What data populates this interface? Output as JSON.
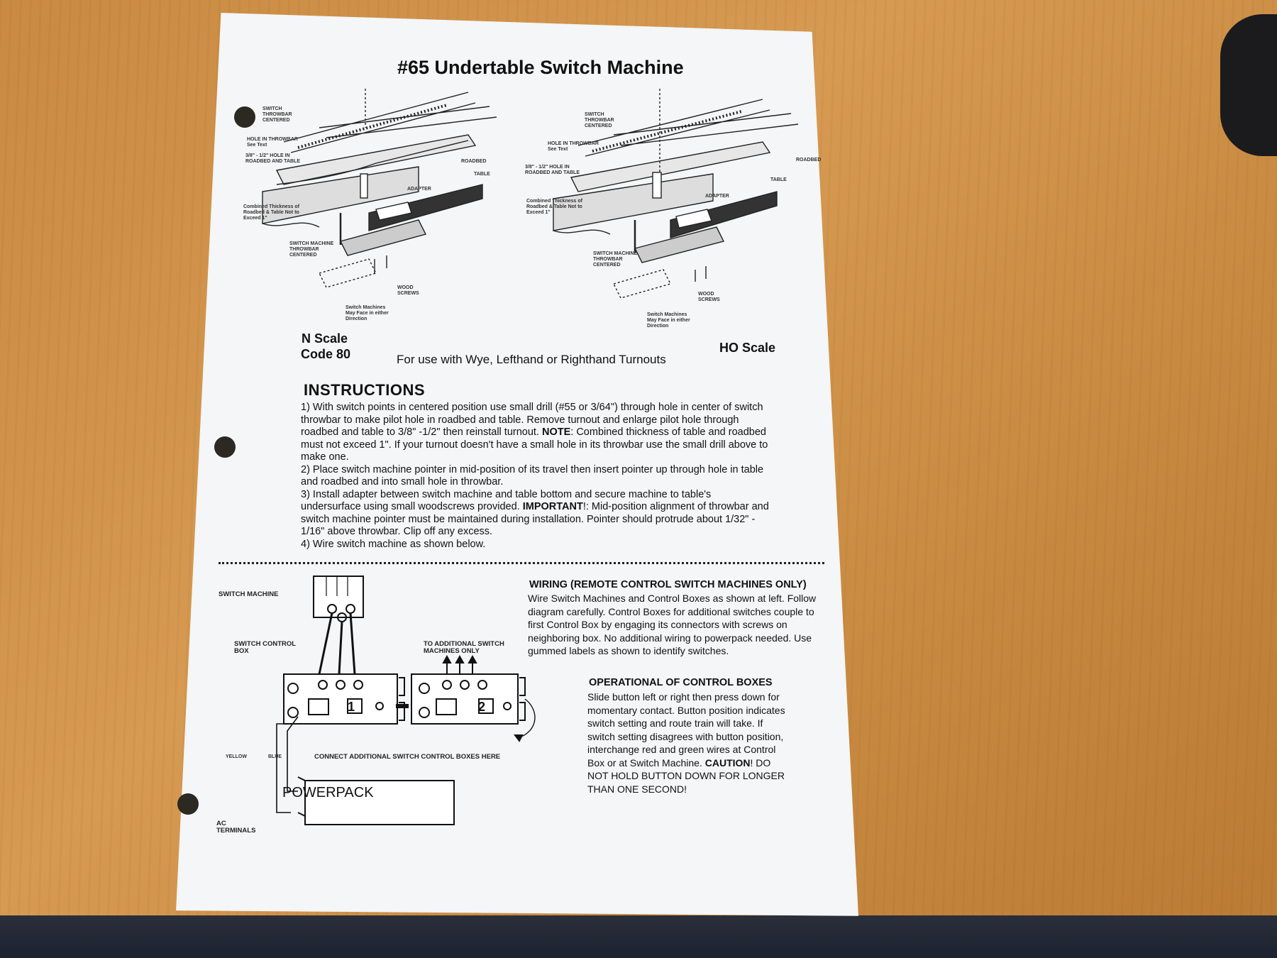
{
  "title": "#65 Undertable Switch Machine",
  "diagram_labels": {
    "throwbar_centered": "SWITCH THROWBAR CENTERED",
    "hole_in_throwbar": "HOLE IN THROWBAR See Text",
    "hole_in_roadbed": "3/8\" - 1/2\" HOLE IN ROADBED AND TABLE",
    "roadbed": "ROADBED",
    "table": "TABLE",
    "adapter": "ADAPTER",
    "combined_thickness": "Combined Thickness of Roadbed & Table Not to Exceed 1\"",
    "machine_throwbar": "SWITCH MACHINE THROWBAR CENTERED",
    "wood_screws": "WOOD SCREWS",
    "face_direction": "Switch Machines May Face in either Direction"
  },
  "scales": {
    "n_scale": "N Scale",
    "code": "Code 80",
    "ho_scale": "HO Scale",
    "usage": "For use with Wye, Lefthand or Righthand Turnouts"
  },
  "instructions": {
    "heading": "INSTRUCTIONS",
    "step1_a": "1) With switch points in centered position use small drill (#55 or 3/64\") through hole in center of switch throwbar to make pilot hole in roadbed and table. Remove turnout and enlarge pilot hole through roadbed and table to 3/8\" -1/2\" then reinstall turnout. ",
    "note_label": "NOTE",
    "step1_b": ": Combined thickness of table and roadbed must not exceed 1\". If your turnout doesn't have a small hole in its throwbar use the small drill above to make one.",
    "step2": "2) Place switch machine pointer in mid-position of its travel then insert pointer up through hole in table and roadbed and into small hole in throwbar.",
    "step3_a": "3) Install adapter between switch machine and table bottom and secure machine to table's undersurface using small woodscrews provided. ",
    "important_label": "IMPORTANT",
    "step3_b": "!: Mid-position alignment of throwbar and switch machine pointer must be maintained during installation. Pointer should protrude about 1/32\" - 1/16\" above throwbar. Clip off any excess.",
    "step4": "4) Wire switch machine as shown below."
  },
  "wiring_diagram": {
    "switch_machine": "SWITCH MACHINE",
    "control_box": "SWITCH CONTROL BOX",
    "additional": "TO ADDITIONAL SWITCH MACHINES ONLY",
    "connect": "CONNECT ADDITIONAL SWITCH CONTROL BOXES HERE",
    "yellow": "YELLOW",
    "blue": "BLUE",
    "powerpack": "POWERPACK",
    "ac_terminals": "AC TERMINALS",
    "box1": "1",
    "box2": "2"
  },
  "wiring": {
    "heading": "WIRING (REMOTE CONTROL SWITCH MACHINES ONLY)",
    "text": "Wire Switch Machines and Control Boxes as shown at left. Follow diagram carefully. Control Boxes for additional switches couple to first Control Box by engaging its connectors with screws on neighboring box. No additional wiring to powerpack needed. Use gummed labels as shown to identify switches."
  },
  "operation": {
    "heading": "OPERATIONAL OF CONTROL BOXES",
    "text_a": "Slide button left or right then press down for momentary contact. Button position indicates switch setting and route train will take. If switch setting disagrees with button position, interchange red and green wires at Control Box or at Switch Machine. ",
    "caution_label": "CAUTION",
    "text_b": "! DO NOT HOLD BUTTON DOWN FOR LONGER THAN ONE SECOND!"
  }
}
